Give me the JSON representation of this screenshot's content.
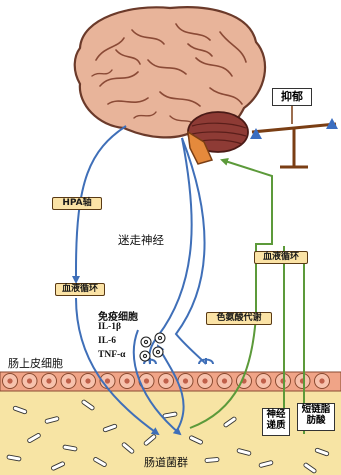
{
  "labels": {
    "hpa_axis": "HPA轴",
    "blood_circulation_left": "血液循环",
    "blood_circulation_right": "血液循环",
    "vagus_nerve": "迷走神经",
    "tryptophan_metabolism": "色氨酸代谢",
    "immune_cells": "免疫细胞",
    "il1b": "IL-1β",
    "il6": "IL-6",
    "tnfa": "TNF-α",
    "epithelial_cells": "肠上皮细胞",
    "gut_microbiota": "肠道菌群",
    "depression": "抑郁",
    "neurotransmitters_line1": "神经",
    "neurotransmitters_line2": "递质",
    "scfa_line1": "短链脂",
    "scfa_line2": "肪酸"
  },
  "colors": {
    "blue_arrow": "#3f6fb8",
    "green_arrow": "#5c9a3a",
    "tag_fill": "#fbe3a6",
    "gut_fill": "#f7e4a4",
    "epithelium": "#f0a487",
    "brain": "#e8b49a",
    "cerebellum": "#8e3b35"
  }
}
